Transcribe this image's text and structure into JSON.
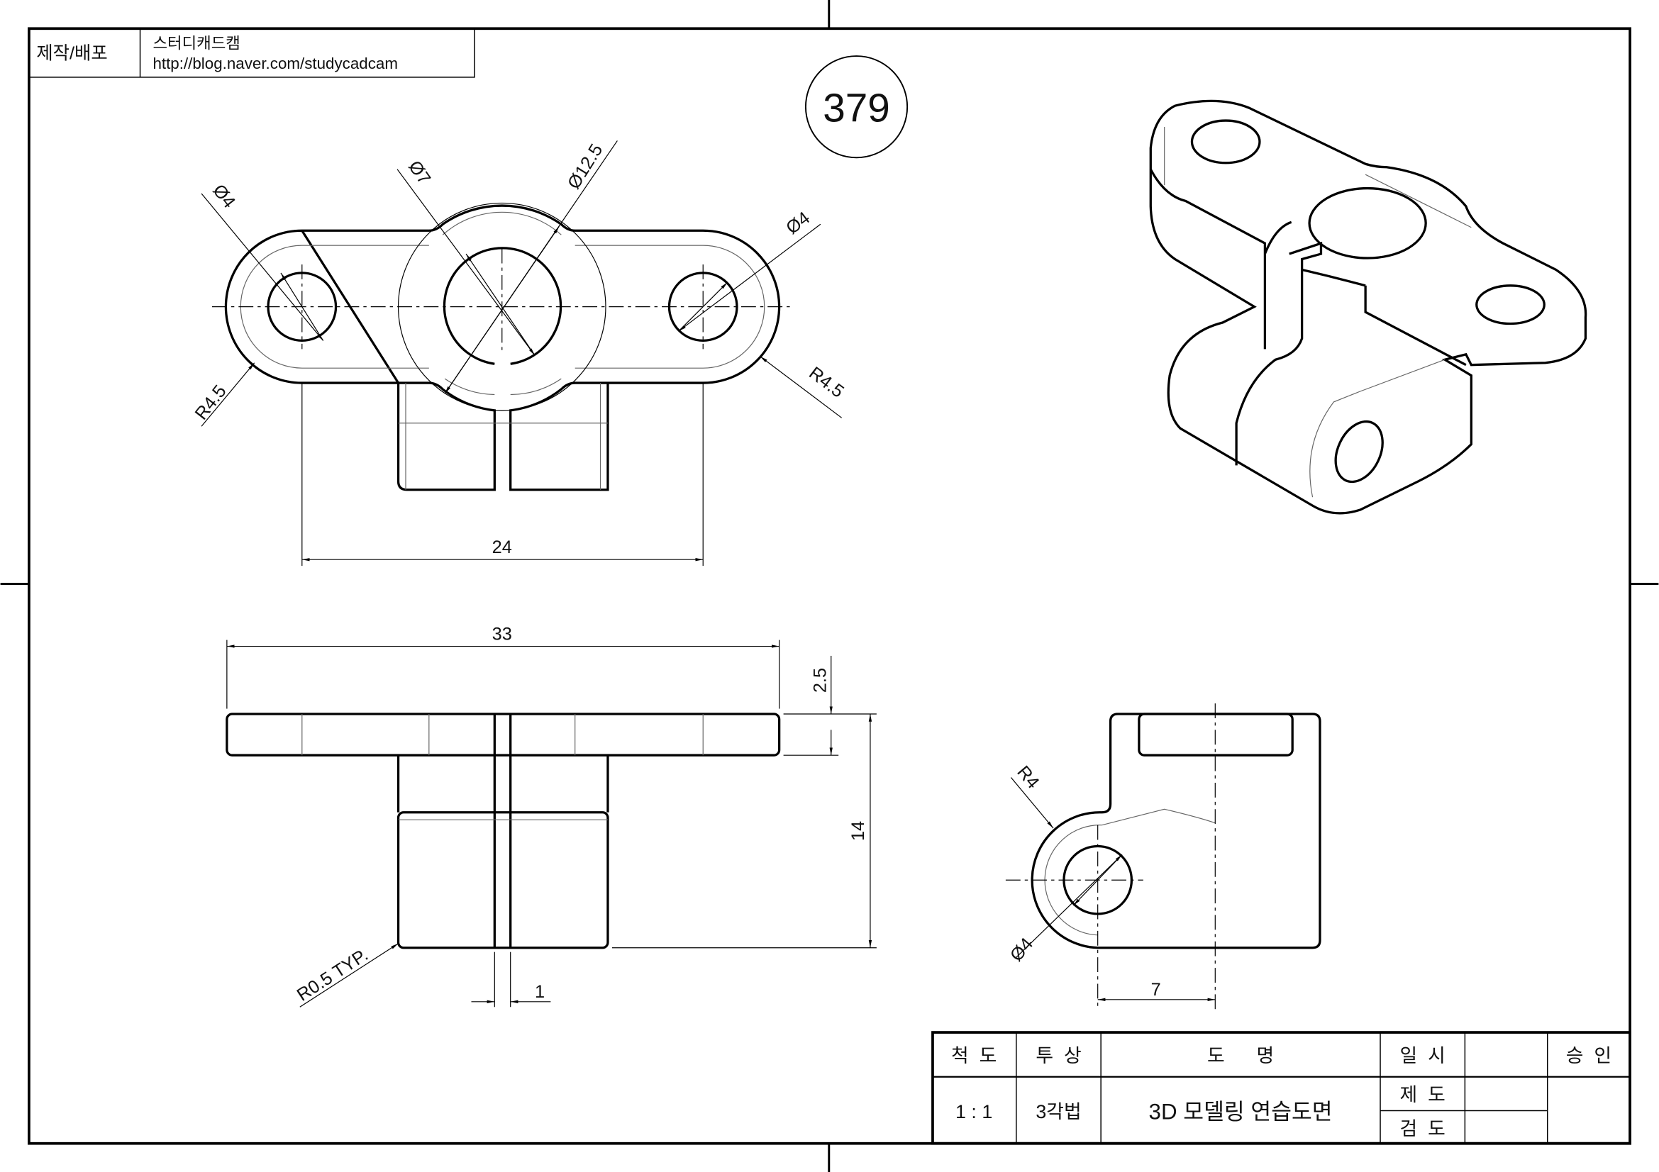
{
  "header": {
    "label": "제작/배포",
    "author": "스터디캐드캠",
    "url": "http://blog.naver.com/studycadcam"
  },
  "drawing_number": "379",
  "dimensions": {
    "top_left_hole": "Ø4",
    "center_hole": "Ø7",
    "boss": "Ø12.5",
    "top_right_hole": "Ø4",
    "left_radius": "R4.5",
    "right_radius": "R4.5",
    "hole_spacing": "24",
    "overall_length": "33",
    "plate_thickness": "2.5",
    "height": "14",
    "fillet": "R0.5 TYP.",
    "slot": "1",
    "side_radius": "R4",
    "side_hole": "Ø4",
    "side_offset": "7"
  },
  "title_block": {
    "scale_label": "척  도",
    "projection_label": "투  상",
    "name_label": "도      명",
    "date_label": "일  시",
    "approval_label": "승  인",
    "scale": "1 : 1",
    "projection": "3각법",
    "name": "3D 모델링 연습도면",
    "drawn_label": "제  도",
    "checked_label": "검  도"
  }
}
